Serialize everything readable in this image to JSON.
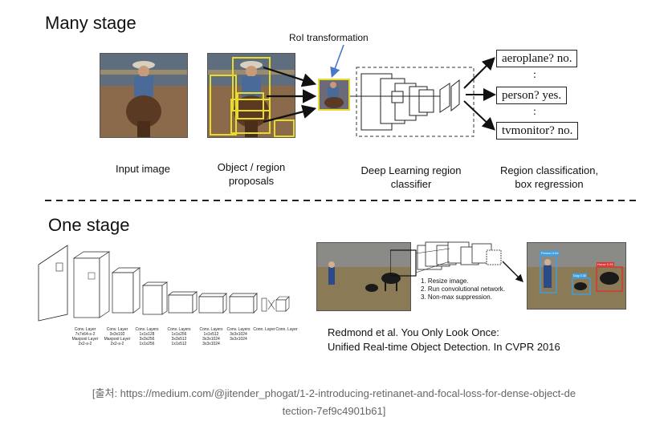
{
  "many_stage": {
    "title": "Many stage",
    "roi_label": "RoI transformation",
    "captions": {
      "input": "Input image",
      "proposals_1": "Object / region",
      "proposals_2": "proposals",
      "classifier_1": "Deep Learning region",
      "classifier_2": "classifier",
      "regression_1": "Region classification,",
      "regression_2": "box regression"
    },
    "outputs": [
      "aeroplane? no.",
      "person? yes.",
      "tvmonitor? no."
    ],
    "colon": ":"
  },
  "one_stage": {
    "title": "One stage",
    "yolo_layers": [
      {
        "l1": "Conv. Layer",
        "l2": "7x7x64-s-2",
        "l3": "Maxpool Layer",
        "l4": "2x2-s-2"
      },
      {
        "l1": "Conv. Layer",
        "l2": "3x3x192",
        "l3": "Maxpool Layer",
        "l4": "2x2-s-2"
      },
      {
        "l1": "Conv. Layers",
        "l2": "1x1x128",
        "l3": "3x3x256",
        "l4": "1x1x256"
      },
      {
        "l1": "Conv. Layers",
        "l2": "1x1x256",
        "l3": "3x3x512",
        "l4": "1x1x512"
      },
      {
        "l1": "Conv. Layers",
        "l2": "1x1x512",
        "l3": "3x3x1024",
        "l4": "3x3x1024"
      },
      {
        "l1": "Conv. Layers",
        "l2": "3x3x1024",
        "l3": "3x3x1024",
        "l4": ""
      },
      {
        "l1": "Conn. Layer",
        "l2": "",
        "l3": "",
        "l4": ""
      },
      {
        "l1": "Conn. Layer",
        "l2": "",
        "l3": "",
        "l4": ""
      }
    ],
    "steps": [
      "1. Resize image.",
      "2. Run convolutional network.",
      "3. Non-max suppression."
    ],
    "det_labels": [
      "Person 0.64",
      "Horse 0.28",
      "Dog 0.30"
    ],
    "citation_1": "Redmond et al. You Only Look Once:",
    "citation_2": "Unified Real-time Object Detection. In CVPR 2016"
  },
  "source": {
    "line1": "[출처: https://medium.com/@jitender_phogat/1-2-introducing-retinanet-and-focal-loss-for-dense-object-de",
    "line2": "tection-7ef9c4901b61]"
  },
  "colors": {
    "proposal_yellow": "#e8dc2a",
    "roi_arrow": "#4a78c8",
    "det_blue": "#3aa0e8",
    "det_red": "#e03030"
  }
}
